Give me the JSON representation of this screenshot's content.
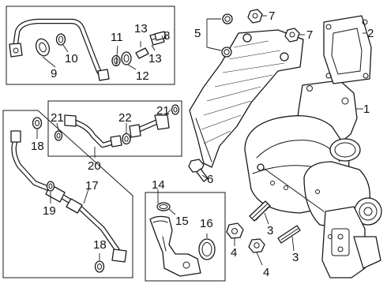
{
  "callouts": {
    "c1": "1",
    "c2": "2",
    "c3a": "3",
    "c3b": "3",
    "c4a": "4",
    "c4b": "4",
    "c5": "5",
    "c6": "6",
    "c7a": "7",
    "c7b": "7",
    "c8": "8",
    "c9": "9",
    "c10": "10",
    "c11": "11",
    "c12": "12",
    "c13a": "13",
    "c13b": "13",
    "c14": "14",
    "c15": "15",
    "c16": "16",
    "c17": "17",
    "c18a": "18",
    "c18b": "18",
    "c19": "19",
    "c20": "20",
    "c21a": "21",
    "c21b": "21",
    "c22": "22"
  }
}
